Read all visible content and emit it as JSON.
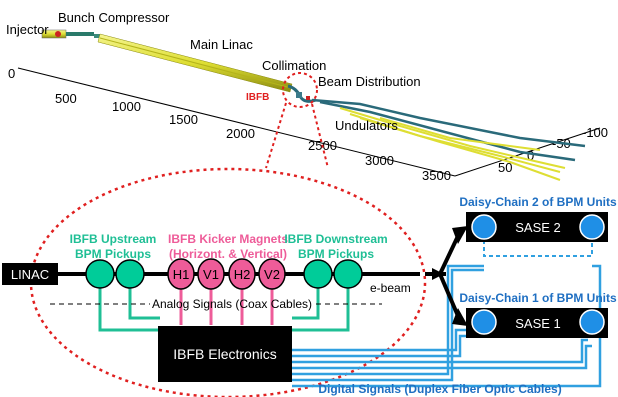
{
  "top_plot": {
    "section_labels": {
      "injector": "Injector",
      "bunch_compressor": "Bunch Compressor",
      "main_linac": "Main Linac",
      "collimation": "Collimation",
      "ibfb": "IBFB",
      "beam_distribution": "Beam Distribution",
      "undulators": "Undulators"
    },
    "x_axis_ticks": [
      "0",
      "500",
      "1000",
      "1500",
      "2000",
      "2500",
      "3000",
      "3500"
    ],
    "y_axis_ticks": [
      "-100",
      "-50",
      "0",
      "50"
    ]
  },
  "schematic": {
    "linac_label": "LINAC",
    "ebeam_label": "e-beam",
    "upstream_label": [
      "IBFB Upstream",
      "BPM Pickups"
    ],
    "kicker_label": [
      "IBFB Kicker Magnets",
      "(Horizont. & Vertical)"
    ],
    "downstream_label": [
      "IBFB Downstream",
      "BPM Pickups"
    ],
    "kickers": [
      "H1",
      "V1",
      "H2",
      "V2"
    ],
    "analog_signals": "Analog Signals (Coax Cables)",
    "electronics": "IBFB Electronics",
    "digital_signals": "Digital Signals (Duplex Fiber Optic Cables)",
    "daisy_chain_2": "Daisy-Chain 2 of BPM Units",
    "daisy_chain_1": "Daisy-Chain 1 of BPM Units",
    "sase2": "SASE 2",
    "sase1": "SASE 1"
  },
  "colors": {
    "pickup_fill": "#00cc99",
    "kicker_fill": "#ee5c99",
    "kicker_text": "#ee5c99",
    "pickup_text": "#1fbf95",
    "blue_text": "#1f6fc2",
    "bpm_fill": "#1f8fe6",
    "cable_blue": "#30a0e0",
    "linac_yellow": "#dede33",
    "ibfb_red": "#e02020"
  }
}
